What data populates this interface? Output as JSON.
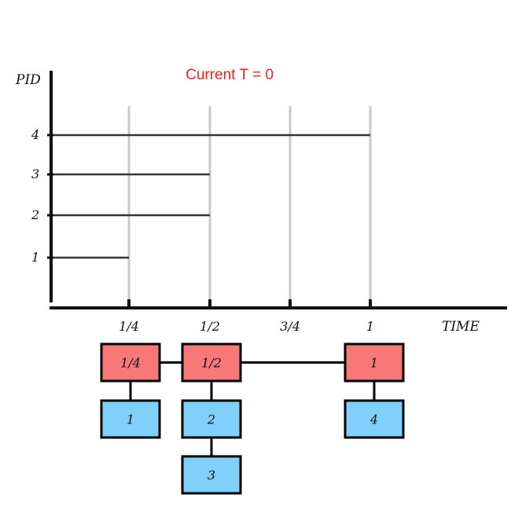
{
  "title": "Current T = 0",
  "y_axis_label": "PID",
  "x_axis_label": "TIME",
  "colors": {
    "title": "#ee2222",
    "time_node": "#f87878",
    "pid_node": "#7fd0fa",
    "gridline": "#c8c8c8",
    "axis": "#111111"
  },
  "chart_data": {
    "type": "gantt",
    "x_ticks": [
      {
        "value": 0.25,
        "label": "1/4"
      },
      {
        "value": 0.5,
        "label": "1/2"
      },
      {
        "value": 0.75,
        "label": "3/4"
      },
      {
        "value": 1,
        "label": "1"
      }
    ],
    "bars": [
      {
        "pid": "1",
        "start": 0,
        "end": 0.25
      },
      {
        "pid": "2",
        "start": 0,
        "end": 0.5
      },
      {
        "pid": "3",
        "start": 0,
        "end": 0.5
      },
      {
        "pid": "4",
        "start": 0,
        "end": 1
      }
    ]
  },
  "event_list": [
    {
      "time": "1/4",
      "pids": [
        "1"
      ]
    },
    {
      "time": "1/2",
      "pids": [
        "2",
        "3"
      ]
    },
    {
      "time": "1",
      "pids": [
        "4"
      ]
    }
  ]
}
